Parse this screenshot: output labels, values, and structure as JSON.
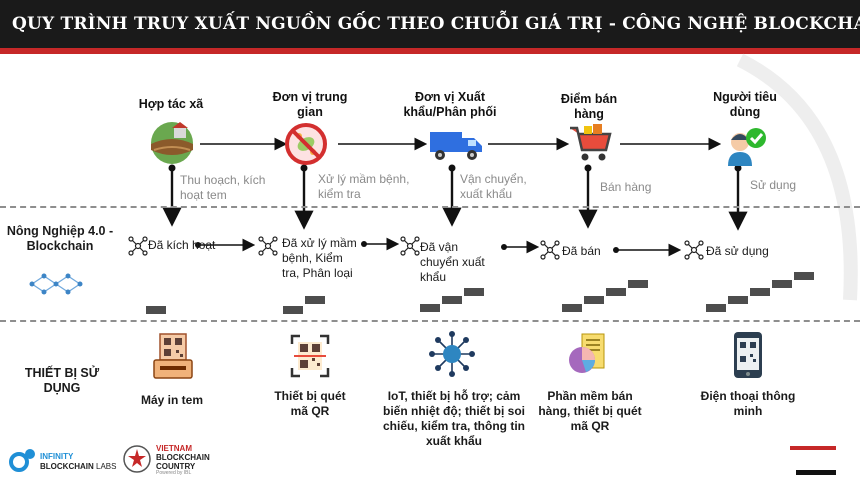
{
  "header": {
    "title": "QUY TRÌNH TRUY XUẤT NGUỒN GỐC THEO CHUỖI GIÁ TRỊ - CÔNG NGHỆ BLOCKCHAIN"
  },
  "stages": [
    {
      "name": "Hợp tác xã",
      "process": "Thu hoạch, kích hoạt tem",
      "status": "Đã kích hoạt",
      "device": "Máy in tem",
      "icon": "farm-icon"
    },
    {
      "name": "Đơn vị trung gian",
      "process": "Xử lý mầm bệnh, kiểm tra",
      "status": "Đã xử lý mầm bệnh, Kiểm tra, Phân loại",
      "device": "Thiết bị quét mã QR",
      "icon": "germ-icon"
    },
    {
      "name": "Đơn vị Xuất khẩu/Phân phối",
      "process": "Vận chuyển, xuất khẩu",
      "status": "Đã vận chuyển xuất khẩu",
      "device": "IoT, thiết bị hỗ trợ; cảm biến nhiệt độ; thiết bị soi chiếu, kiểm tra, thông tin xuất khẩu",
      "icon": "truck-icon"
    },
    {
      "name": "Điểm bán hàng",
      "process": "Bán hàng",
      "status": "Đã bán",
      "device": "Phần mềm bán hàng, thiết bị quét mã QR",
      "icon": "shopping-cart-icon"
    },
    {
      "name": "Người tiêu dùng",
      "process": "Sử dụng",
      "status": "Đã sử dụng",
      "device": "Điện thoại thông minh",
      "icon": "consumer-icon"
    }
  ],
  "rows": {
    "blockchain_label": "Nông Nghiệp 4.0 - Blockchain",
    "devices_label": "THIẾT BỊ SỬ DỤNG"
  },
  "logos": {
    "infinity_line1": "INFINITY",
    "infinity_line2_bold": "BLOCKCHAIN",
    "infinity_line2_light": "LABS",
    "vn_line1": "VIETNAM",
    "vn_line2": "BLOCKCHAIN",
    "vn_line3": "COUNTRY",
    "vn_line4": "Powered by IBL"
  },
  "colors": {
    "header_bg": "#1a1a1a",
    "accent_red": "#c62828",
    "truck_blue": "#2f6fe0",
    "check_green": "#2eb82e",
    "process_gray": "#8a8a8a",
    "stair_gray": "#505050"
  }
}
